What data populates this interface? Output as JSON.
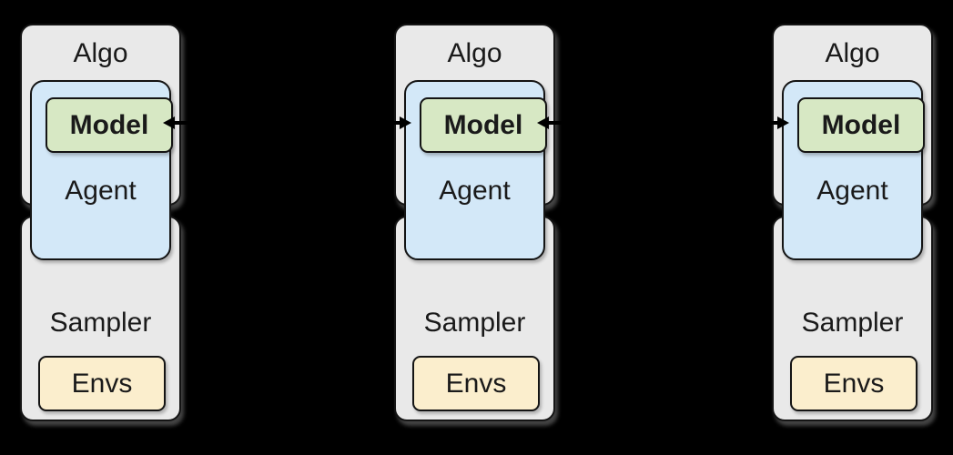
{
  "diagram": {
    "background": "#000000",
    "colors": {
      "outer_fill": "#e9e9e9",
      "agent_fill": "#d3e8f8",
      "model_fill": "#d7e8c4",
      "envs_fill": "#fbeecd",
      "border": "#141414",
      "text": "#1a1a1a",
      "arrow": "#000000"
    },
    "columns": [
      {
        "algo_label": "Algo",
        "model_label": "Model",
        "agent_label": "Agent",
        "sampler_label": "Sampler",
        "envs_label": "Envs",
        "arrow_left": false,
        "arrow_right": true
      },
      {
        "algo_label": "Algo",
        "model_label": "Model",
        "agent_label": "Agent",
        "sampler_label": "Sampler",
        "envs_label": "Envs",
        "arrow_left": true,
        "arrow_right": true
      },
      {
        "algo_label": "Algo",
        "model_label": "Model",
        "agent_label": "Agent",
        "sampler_label": "Sampler",
        "envs_label": "Envs",
        "arrow_left": true,
        "arrow_right": false
      }
    ]
  }
}
